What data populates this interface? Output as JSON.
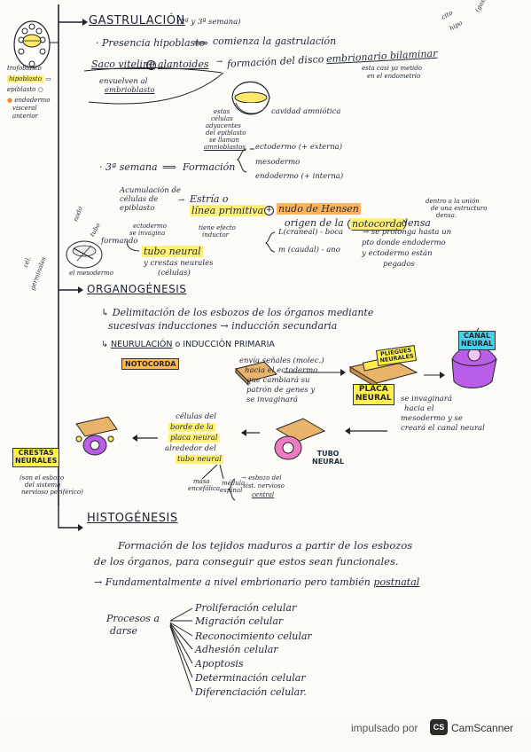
{
  "colors": {
    "ink": "#1d1d26",
    "highlight_yellow": "#fff176",
    "box_yellow": "#fff04a",
    "box_cyan": "#49d0e6",
    "box_orange": "#ffb84d",
    "purple": "#b95ee8",
    "pink": "#f07ac4"
  },
  "sidebar": {
    "trofoblasto": "trofoblasto",
    "hipoblasto": "hipoblasto",
    "epiblasto": "epiblasto",
    "endodermo": "endodermo",
    "visceral": "visceral",
    "anterior": "anterior",
    "cell_label": "cél.",
    "cell_label2": "germinales",
    "cito": "cito",
    "hipo": "hipo",
    "gast": "(gast",
    "nodo": "nodo"
  },
  "gastrulacion": {
    "title": "GASTRULACIÓN",
    "weeks": "(2ª y 3ª semana)",
    "line1_a": "· Presencia hipoblasto",
    "line1_b": "comienza la gastrulación",
    "line2_a": "Saco vitelino",
    "line2_b": "alantoides",
    "line2_c": "formación del disco",
    "line2_d": "embrionario bilaminar",
    "note_a": "esta casi ya metido",
    "note_b": "en el endometrio",
    "envuelven": "envuelven al",
    "embrioblasto": "embrioblasto",
    "cells_a": "estas",
    "cells_b": "células",
    "cells_c": "adyacentes",
    "cells_d": "del epiblasto",
    "cells_e": "se llaman",
    "cells_f": "amnioblastos",
    "cavidad": "cavidad amniótica",
    "week3": "· 3ª semana",
    "formacion": "Formación",
    "ectodermo": "ectodermo (+ externa)",
    "mesodermo": "mesodermo",
    "endodermo": "endodermo (+ interna)",
    "acum_a": "Acumulación de",
    "acum_b": "células de",
    "acum_c": "epiblasto",
    "estria_a": "Estría o",
    "estria_b": "línea primitiva",
    "nudo": "nudo de Hensen",
    "origen_a": "origen de la",
    "notocorda": "notocorda",
    "densa": "densa",
    "dentro_a": "dentro a la unión",
    "dentro_b": "de una estructura",
    "dentro_c": "densa.",
    "ectodermo_inv_a": "ectodermo",
    "ectodermo_inv_b": "se invagina",
    "tiene_a": "tiene efecto",
    "tiene_b": "inductor",
    "formando": "formando",
    "tubo_neural": "tubo neural",
    "crestas_a": "y crestas neurales",
    "crestas_b": "(células)",
    "cranial": "L(craneal) - boca",
    "caudal": "m (caudal) - ano",
    "prolonga_a": "se prolonga hasta un",
    "prolonga_b": "pto donde endodermo",
    "prolonga_c": "y ectodermo están",
    "prolonga_d": "pegados",
    "mesodermo_lbl": "el mesodermo",
    "tubo_lbl": "tubo"
  },
  "organogenesis": {
    "title": "ORGANOGÉNESIS",
    "delim_a": "Delimitación de los esbozos de los órganos mediante",
    "delim_b": "sucesivas inducciones",
    "delim_c": "inducción secundaria",
    "neurulacion_a": "NEURULACIÓN",
    "neurulacion_b": "o INDUCCIÓN PRIMARIA",
    "notocorda_box": "NOTOCORDA",
    "envia_a": "envía señales (molec.)",
    "envia_b": "hacia el ectodermo",
    "envia_c": "que cambiará su",
    "envia_d": "patrón de genes y",
    "envia_e": "se invaginará",
    "pliegues_a": "PLIEGUES",
    "pliegues_b": "NEURALES",
    "canal_a": "CANAL",
    "canal_b": "NEURAL",
    "placa_a": "PLACA",
    "placa_b": "NEURAL",
    "invagina_a": "se invaginará",
    "invagina_b": "hacia el",
    "invagina_c": "mesodermo y se",
    "invagina_d": "creará el canal neural",
    "celulas_a": "células del",
    "celulas_b": "borde de la",
    "celulas_c": "placa neural",
    "celulas_d": "alrededor del",
    "celulas_e": "tubo neural",
    "tubo_box_a": "TUBO",
    "tubo_box_b": "NEURAL",
    "crestas_box_a": "CRESTAS",
    "crestas_box_b": "NEURALES",
    "crestas_note_a": "(son el esbozo",
    "crestas_note_b": "del sistema",
    "crestas_note_c": "nervioso periférico)",
    "masa_a": "masa",
    "masa_b": "encefálica",
    "medula_a": "médula",
    "medula_b": "espinal",
    "esbozo_a": "esbozo del",
    "esbozo_b": "sist. nervioso",
    "esbozo_c": "central"
  },
  "histogenesis": {
    "title": "HISTOGÉNESIS",
    "para_a": "Formación de los tejidos maduros a partir de los esbozos",
    "para_b": "de los órganos, para conseguir que estos sean funcionales.",
    "fund_a": "→ Fundamentalmente a nivel embrionario pero también",
    "fund_b": "postnatal",
    "procesos_a": "Procesos a",
    "procesos_b": "darse",
    "items": [
      "Proliferación celular",
      "Migración celular",
      "Reconocimiento celular",
      "Adhesión celular",
      "Apoptosis",
      "Determinación celular",
      "Diferenciación celular."
    ]
  },
  "footer": {
    "impulsado": "impulsado por",
    "logo": "CS",
    "brand": "CamScanner"
  }
}
